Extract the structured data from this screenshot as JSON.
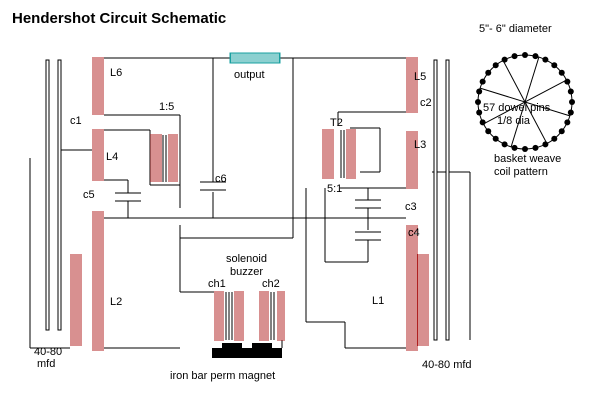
{
  "title": "Hendershot Circuit Schematic",
  "colors": {
    "coil": "#b02020",
    "output_coil": "#1aa0a0",
    "wire": "#000000"
  },
  "labels": {
    "output": "output",
    "L6": "L6",
    "L5": "L5",
    "L4": "L4",
    "L3": "L3",
    "L2": "L2",
    "L1": "L1",
    "c1": "c1",
    "c2": "c2",
    "c3": "c3",
    "c4": "c4",
    "c5": "c5",
    "c6": "c6",
    "ratio_left": "1:5",
    "ratio_right": "5:1",
    "T2": "T2",
    "solenoid": "solenoid",
    "buzzer": "buzzer",
    "ch1": "ch1",
    "ch2": "ch2",
    "cap_left_1": "40-80",
    "cap_left_2": "mfd",
    "cap_right": "40-80 mfd",
    "magnet": "iron bar perm magnet"
  },
  "inset": {
    "diameter": "5\"- 6\"  diameter",
    "pins": "57 dowel pins",
    "pin_dia": "1/8 dia",
    "pattern_1": "basket weave",
    "pattern_2": "coil pattern",
    "pin_count": 57
  }
}
